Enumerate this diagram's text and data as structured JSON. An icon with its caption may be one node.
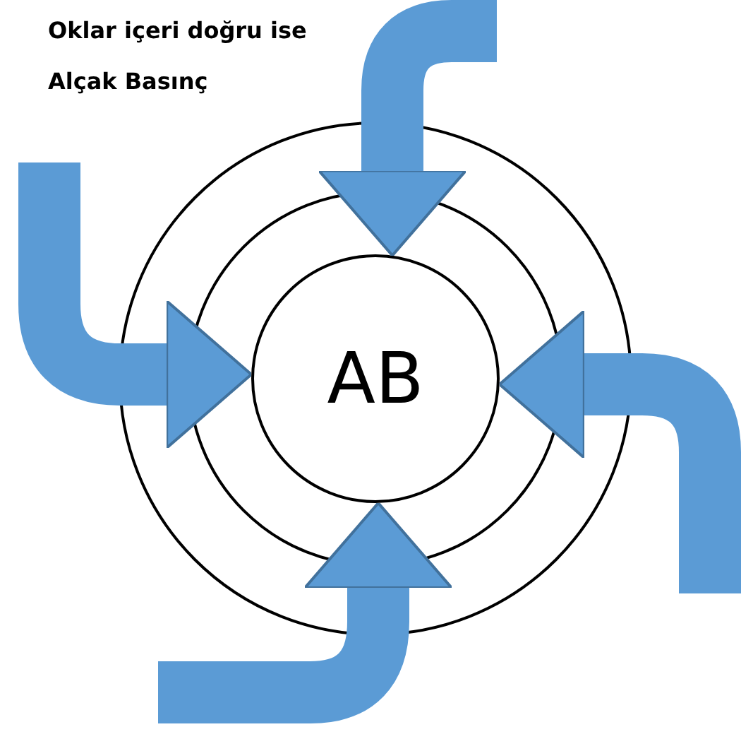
{
  "diagram": {
    "nodes": [
      {
        "text": [],
        "shape": "circle"
      },
      {
        "text": [],
        "shape": "circle",
        "in": 0
      },
      {
        "text": [
          "AB"
        ],
        "in": 1
      }
    ],
    "edges": [
      {
        "from": null,
        "to": 2,
        "arrow": "to"
      },
      {
        "from": null,
        "to": 2,
        "arrow": "to"
      },
      {
        "from": null,
        "to": 2,
        "arrow": "to"
      },
      {
        "from": null,
        "to": 2,
        "arrow": "to"
      }
    ],
    "labels": [
      "Oklar içeri doğru ise Alçak Basınç"
    ]
  }
}
